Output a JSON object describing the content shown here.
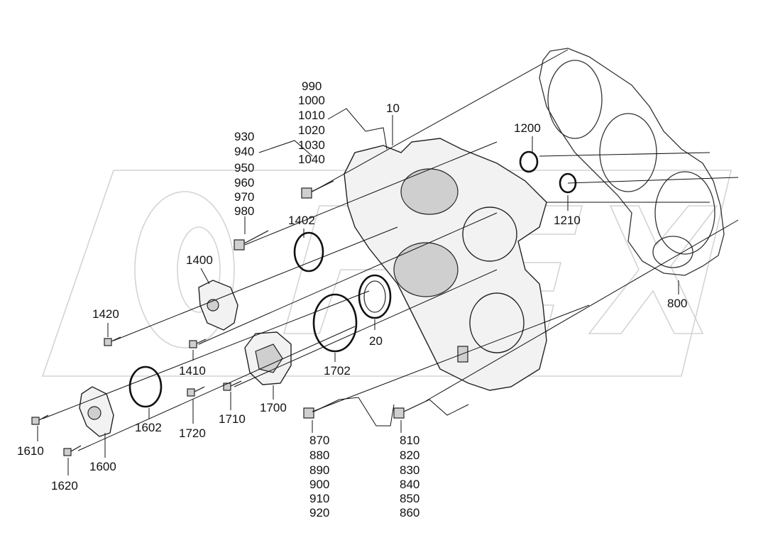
{
  "diagram": {
    "callouts": {
      "c990": "990",
      "c1000": "1000",
      "c1010": "1010",
      "c1020": "1020",
      "c1030": "1030",
      "c1040": "1040",
      "c10": "10",
      "c930": "930",
      "c940": "940",
      "c950": "950",
      "c960": "960",
      "c970": "970",
      "c980": "980",
      "c1200": "1200",
      "c1210": "1210",
      "c1402": "1402",
      "c1400": "1400",
      "c1420": "1420",
      "c800": "800",
      "c20": "20",
      "c1702": "1702",
      "c1410": "1410",
      "c1700": "1700",
      "c1710": "1710",
      "c1720": "1720",
      "c1602": "1602",
      "c1610": "1610",
      "c1600": "1600",
      "c1620": "1620",
      "c870": "870",
      "c880": "880",
      "c890": "890",
      "c900": "900",
      "c910": "910",
      "c920": "920",
      "c810": "810",
      "c820": "820",
      "c830": "830",
      "c840": "840",
      "c850": "850",
      "c860": "860"
    },
    "watermark_text": "OPEX"
  }
}
